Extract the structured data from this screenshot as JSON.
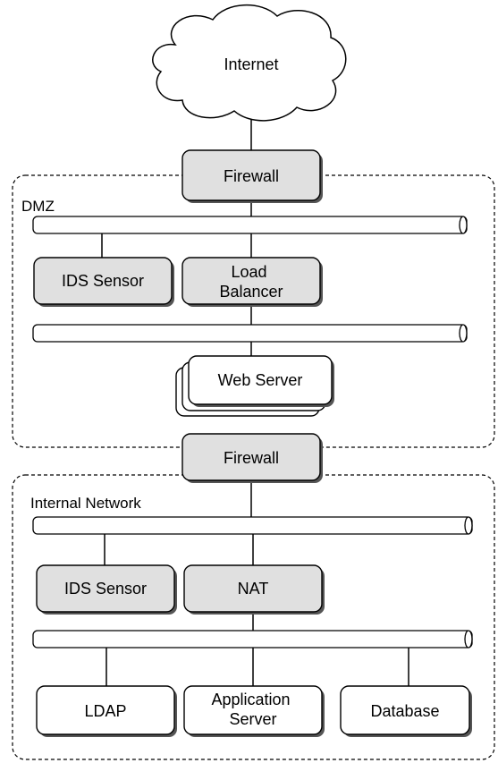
{
  "nodes": {
    "internet": "Internet",
    "firewall_top": "Firewall",
    "firewall_mid": "Firewall",
    "ids_dmz": "IDS Sensor",
    "load_balancer": [
      "Load",
      "Balancer"
    ],
    "web_server": "Web Server",
    "ids_internal": "IDS Sensor",
    "nat": "NAT",
    "ldap": "LDAP",
    "app_server": [
      "Application",
      "Server"
    ],
    "database": "Database"
  },
  "zones": {
    "dmz": "DMZ",
    "internal": "Internal Network"
  },
  "colors": {
    "gray_fill": "#e0e0e0",
    "white_fill": "#ffffff",
    "stroke": "#000000"
  }
}
